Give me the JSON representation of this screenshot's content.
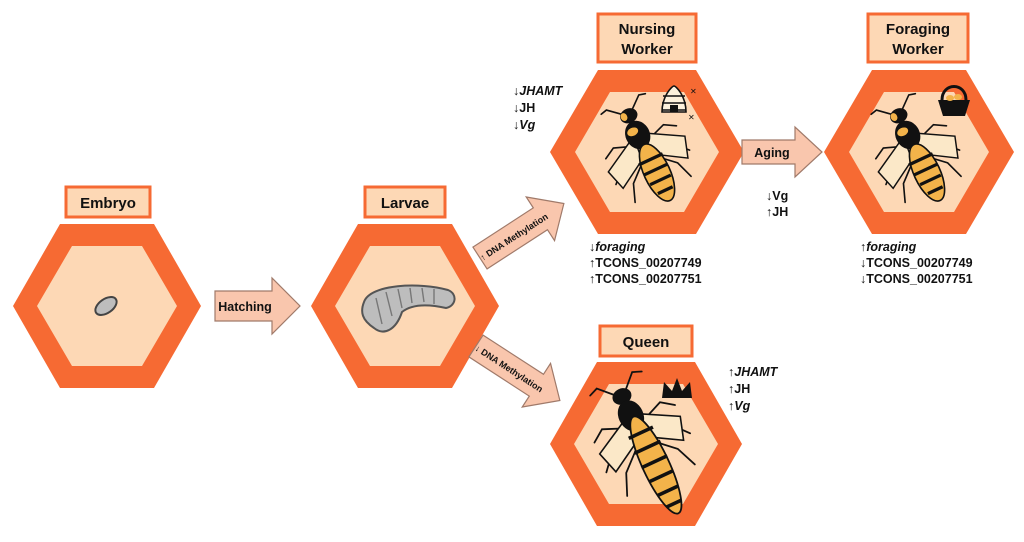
{
  "colors": {
    "hex_outer": "#f66a33",
    "hex_inner": "#fdd8b5",
    "label_fill": "#fdd8b5",
    "label_stroke": "#f66a33",
    "arrow_fill": "#f9c6ad",
    "arrow_stroke": "#a07a6a",
    "ink": "#111111"
  },
  "stages": {
    "embryo": {
      "label": "Embryo"
    },
    "larvae": {
      "label": "Larvae"
    },
    "nursing": {
      "label_line1": "Nursing",
      "label_line2": "Worker"
    },
    "foraging": {
      "label_line1": "Foraging",
      "label_line2": "Worker"
    },
    "queen": {
      "label": "Queen"
    }
  },
  "transitions": {
    "hatching": "Hatching",
    "dna_up": "↑ DNA Methylation",
    "dna_down": "↓ DNA Methylation",
    "aging": "Aging"
  },
  "markers": {
    "nursing_top": [
      {
        "arrow": "↓",
        "text": "JHAMT",
        "italic": true
      },
      {
        "arrow": "↓",
        "text": "JH",
        "italic": false
      },
      {
        "arrow": "↓",
        "text": "Vg",
        "italic": true
      }
    ],
    "nursing_bottom": [
      {
        "arrow": "↓",
        "text": "foraging",
        "italic": true
      },
      {
        "arrow": "↑",
        "text": "TCONS_00207749",
        "italic": false
      },
      {
        "arrow": "↑",
        "text": "TCONS_00207751",
        "italic": false
      }
    ],
    "aging": [
      {
        "arrow": "↓",
        "text": "Vg",
        "italic": false
      },
      {
        "arrow": "↑",
        "text": "JH",
        "italic": false
      }
    ],
    "foraging_bottom": [
      {
        "arrow": "↑",
        "text": "foraging",
        "italic": true
      },
      {
        "arrow": "↓",
        "text": "TCONS_00207749",
        "italic": false
      },
      {
        "arrow": "↓",
        "text": "TCONS_00207751",
        "italic": false
      }
    ],
    "queen_right": [
      {
        "arrow": "↑",
        "text": "JHAMT",
        "italic": true
      },
      {
        "arrow": "↑",
        "text": "JH",
        "italic": false
      },
      {
        "arrow": "↑",
        "text": "Vg",
        "italic": true
      }
    ]
  },
  "icons": {
    "embryo": "egg-icon",
    "larvae": "larva-icon",
    "nursing_bee": "worker-bee-icon",
    "beehive": "beehive-icon",
    "foraging_bee": "worker-bee-icon",
    "basket": "basket-icon",
    "queen_bee": "queen-bee-icon",
    "crown": "crown-icon"
  }
}
